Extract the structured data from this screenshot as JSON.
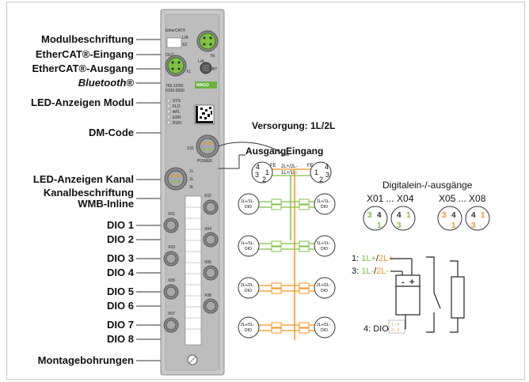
{
  "labels": {
    "modulbeschriftung": "Modulbeschriftung",
    "ethercat_eingang": "EtherCAT®-Eingang",
    "ethercat_ausgang": "EtherCAT®-Ausgang",
    "bluetooth": "Bluetooth®",
    "led_modul": "LED-Anzeigen Modul",
    "dm_code": "DM-Code",
    "led_kanal": "LED-Anzeigen Kanal",
    "kanalbeschriftung": "Kanalbeschriftung",
    "wmb_inline": "WMB-Inline",
    "dio1": "DIO 1",
    "dio2": "DIO 2",
    "dio3": "DIO 3",
    "dio4": "DIO 4",
    "dio5": "DIO 5",
    "dio6": "DIO 6",
    "dio7": "DIO 7",
    "dio8": "DIO 8",
    "montage": "Montagebohrungen"
  },
  "device": {
    "brand": "EtherCAT®",
    "x1": "X1",
    "x2": "X2",
    "in": "IN",
    "out": "OUT",
    "la1": "L/A",
    "la2": "L/A",
    "bt": "BT",
    "part_no_1": "765-1205/",
    "part_no_2": "0100-0000",
    "wago": "WAGO",
    "led_names": [
      "SYS",
      "FLD",
      "APL",
      "ERR",
      "RUN"
    ],
    "x31": "X31",
    "power": "POWER",
    "pw_1l": "1L",
    "pw_2l": "2L",
    "pw_3l": "3L",
    "x02": "X02",
    "x01": "X01",
    "x04": "X04",
    "x03": "X03",
    "x06": "X06",
    "x05": "X05",
    "x08": "X08",
    "x07": "X07"
  },
  "supply": {
    "title": "Versorgung: 1L/2L",
    "ausgang": "Ausgang",
    "eingang": "Eingang",
    "pin4": "4",
    "pin1": "1",
    "pin3": "3",
    "pin2": "2",
    "fe": "FE",
    "l_top": "2L+/2L-",
    "l_bot": "1L+/1L-"
  },
  "dio": {
    "title": "Digitalein-/-ausgänge",
    "range1": "X01 ... X04",
    "range2": "X05 ... X08",
    "c1_3": "3",
    "c1_4": "4",
    "c1_1": "1",
    "c2_4": "4",
    "c2_1": "1",
    "c2_3": "3",
    "c3_3": "3",
    "c3_4": "4",
    "c3_1": "1",
    "c4_4": "4",
    "c4_1": "1",
    "c4_3": "3",
    "group1_l1": "1L+/1L-",
    "group1_l2": "DIO",
    "group2_l1": "2L+/2L-",
    "group2_l2": "DIO"
  },
  "wiring": {
    "line1_prefix": "1: ",
    "line1_a": "1L+",
    "line1_sep": "/",
    "line1_b": "2L+",
    "line2_prefix": "3: ",
    "line2_a": "1L-",
    "line2_sep": "/",
    "line2_b": "2L-",
    "line3_prefix": "4: ",
    "line3": "DIO",
    "sign_minus": "-",
    "sign_plus": "+",
    "mini_14": "1 - 4",
    "mini_34": "3 - 4"
  },
  "colors": {
    "green": "#7dc242",
    "orange": "#f7941d",
    "device": "#c9c9c9"
  }
}
